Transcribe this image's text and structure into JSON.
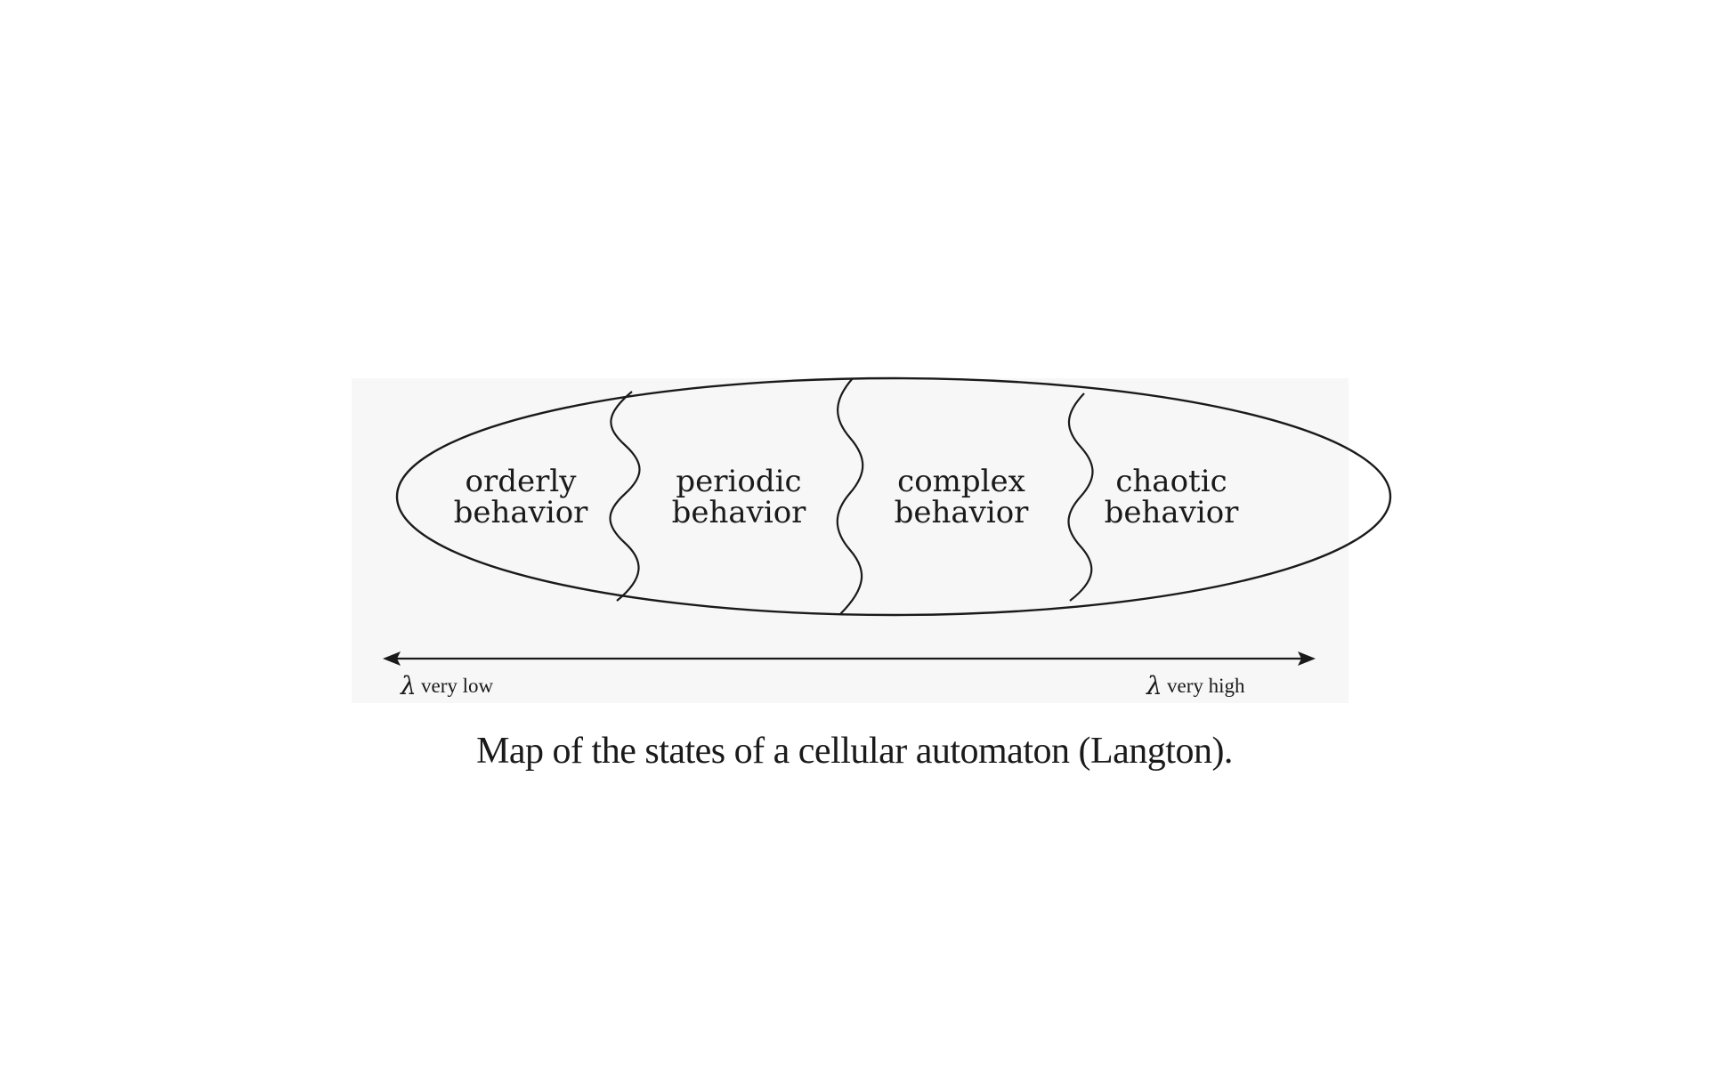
{
  "diagram": {
    "regions": [
      {
        "line1": "orderly",
        "line2": "behavior"
      },
      {
        "line1": "periodic",
        "line2": "behavior"
      },
      {
        "line1": "complex",
        "line2": "behavior"
      },
      {
        "line1": "chaotic",
        "line2": "behavior"
      }
    ],
    "axis": {
      "left": {
        "symbol": "λ",
        "label": "very low"
      },
      "right": {
        "symbol": "λ",
        "label": "very high"
      }
    }
  },
  "caption": "Map of the states of a cellular automaton (Langton).",
  "colors": {
    "ink": "#1a1a1a",
    "background": "#ffffff"
  }
}
